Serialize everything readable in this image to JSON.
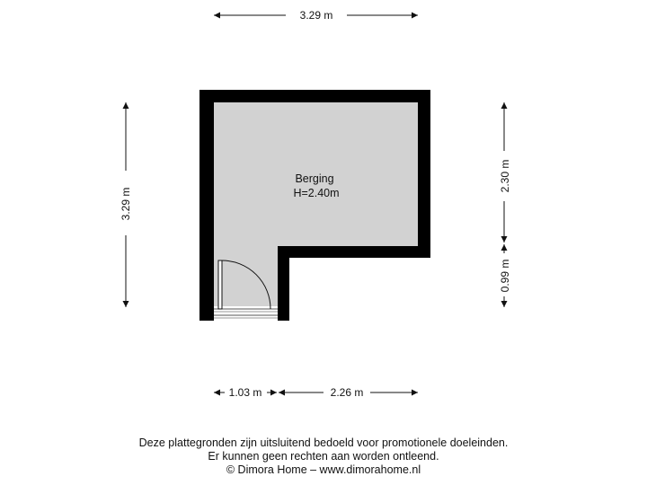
{
  "room": {
    "name": "Berging",
    "height": "H=2.40m"
  },
  "dimensions": {
    "top_width": "3.29 m",
    "left_height": "3.29 m",
    "right_upper": "2.30 m",
    "right_lower": "0.99 m",
    "bottom_left": "1.03 m",
    "bottom_right": "2.26 m"
  },
  "disclaimer": {
    "line1": "Deze plattegronden zijn uitsluitend bedoeld voor promotionele doeleinden.",
    "line2": "Er kunnen geen rechten aan worden ontleend.",
    "line3": "© Dimora Home – www.dimorahome.nl"
  },
  "colors": {
    "wall": "#000000",
    "floor": "#d2d2d2",
    "dimension_line": "#111111"
  }
}
